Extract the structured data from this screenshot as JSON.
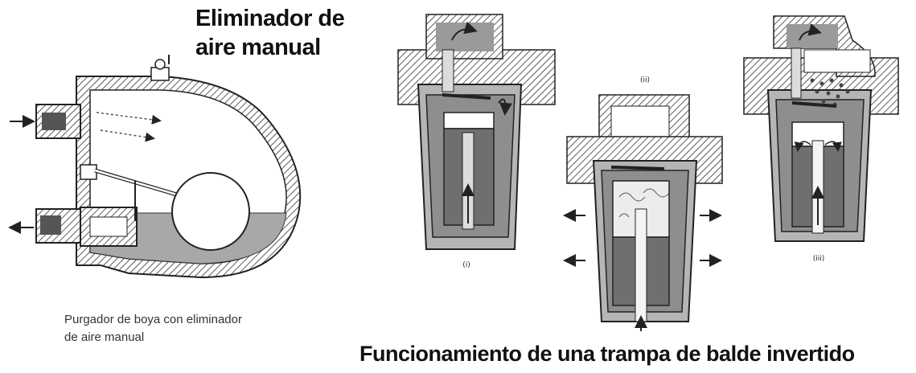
{
  "title": {
    "line1": "Eliminador de",
    "line2": "aire manual"
  },
  "caption": {
    "line1": "Purgador de boya con eliminador",
    "line2": "de aire manual"
  },
  "bottom_title": "Funcionamiento de una trampa de balde invertido",
  "stage_labels": {
    "stage_1": "(i)",
    "stage_2": "(ii)",
    "stage_3": "(iii)"
  }
}
